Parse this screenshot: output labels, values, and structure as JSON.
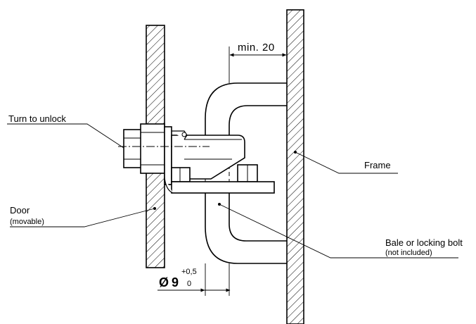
{
  "labels": {
    "turn_to_unlock": "Turn to unlock",
    "frame": "Frame",
    "door": "Door",
    "door_note": "(movable)",
    "bale": "Bale or locking bolt",
    "bale_note": "(not included)"
  },
  "dimensions": {
    "clearance": "min. 20",
    "diameter_symbol": "Ø",
    "diameter_value": "9",
    "tolerance_upper": "+0,5",
    "tolerance_lower": "0"
  }
}
